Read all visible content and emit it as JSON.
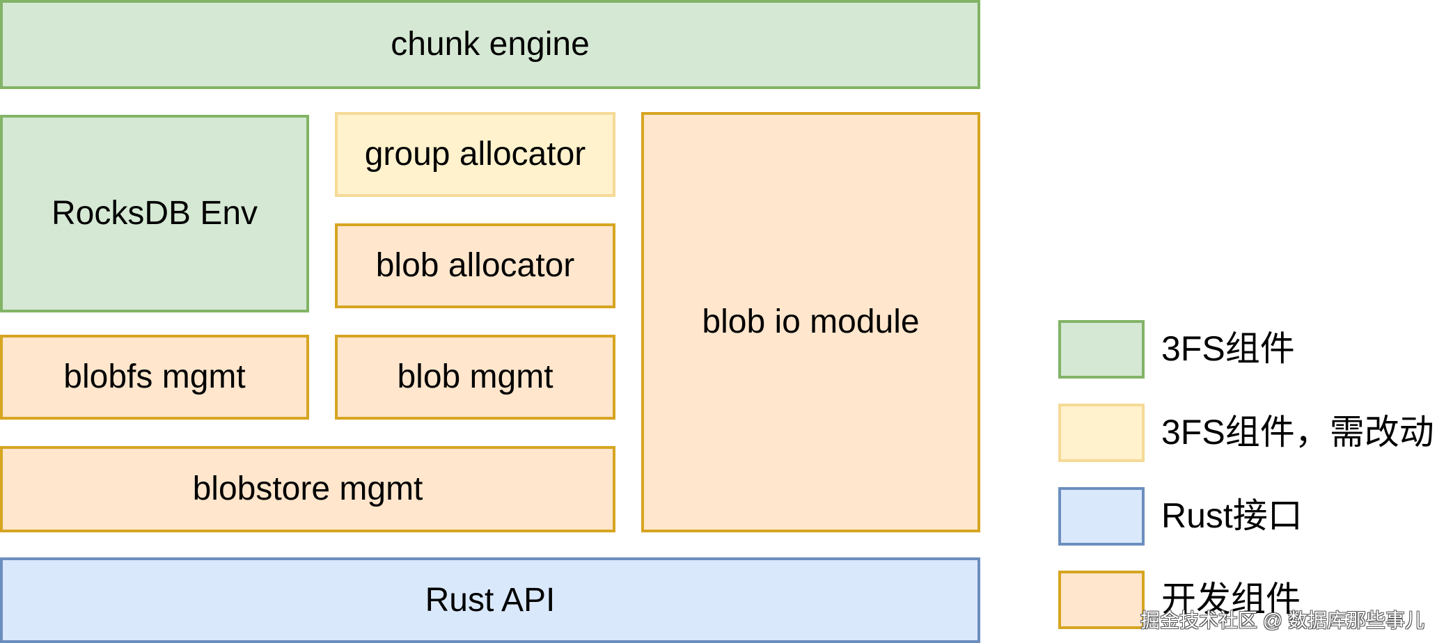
{
  "diagram": {
    "blocks": {
      "chunk_engine": "chunk engine",
      "rocksdb_env": "RocksDB Env",
      "group_allocator": "group allocator",
      "blob_allocator": "blob allocator",
      "blob_io_module": "blob io module",
      "blobfs_mgmt": "blobfs mgmt",
      "blob_mgmt": "blob mgmt",
      "blobstore_mgmt": "blobstore mgmt",
      "rust_api": "Rust API"
    }
  },
  "legend": {
    "items": [
      {
        "label": "3FS组件",
        "fill": "#d5e8d4",
        "stroke": "#82b366"
      },
      {
        "label": "3FS组件，需改动",
        "fill": "#fff2cc",
        "stroke": "#f5da97"
      },
      {
        "label": "Rust接口",
        "fill": "#dae8fc",
        "stroke": "#6c8ebf"
      },
      {
        "label": "开发组件",
        "fill": "#ffe6cc",
        "stroke": "#d6a521"
      }
    ]
  },
  "watermark": "掘金技术社区 @ 数据库那些事儿"
}
